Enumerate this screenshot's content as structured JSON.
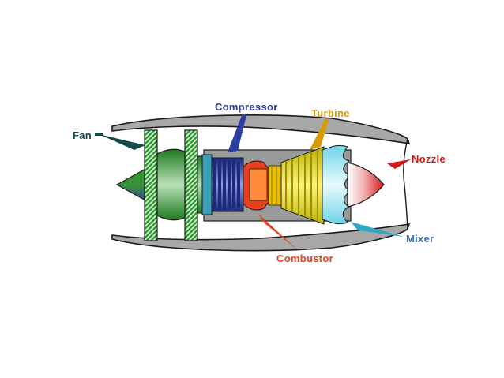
{
  "labels": {
    "fan": "Fan",
    "compressor": "Compressor",
    "turbine": "Turbine",
    "nozzle": "Nozzle",
    "mixer": "Mixer",
    "combustor": "Combustor"
  },
  "colors": {
    "fan": "#0f4a46",
    "compressor": "#2b3fa0",
    "turbine": "#d79a00",
    "nozzle": "#d21a1a",
    "mixer": "#33a8c6",
    "combustor": "#e8401f",
    "fan_green": "#2a9a2a",
    "nacelle": "#a8a8a8",
    "core": "#9a9a9a"
  }
}
